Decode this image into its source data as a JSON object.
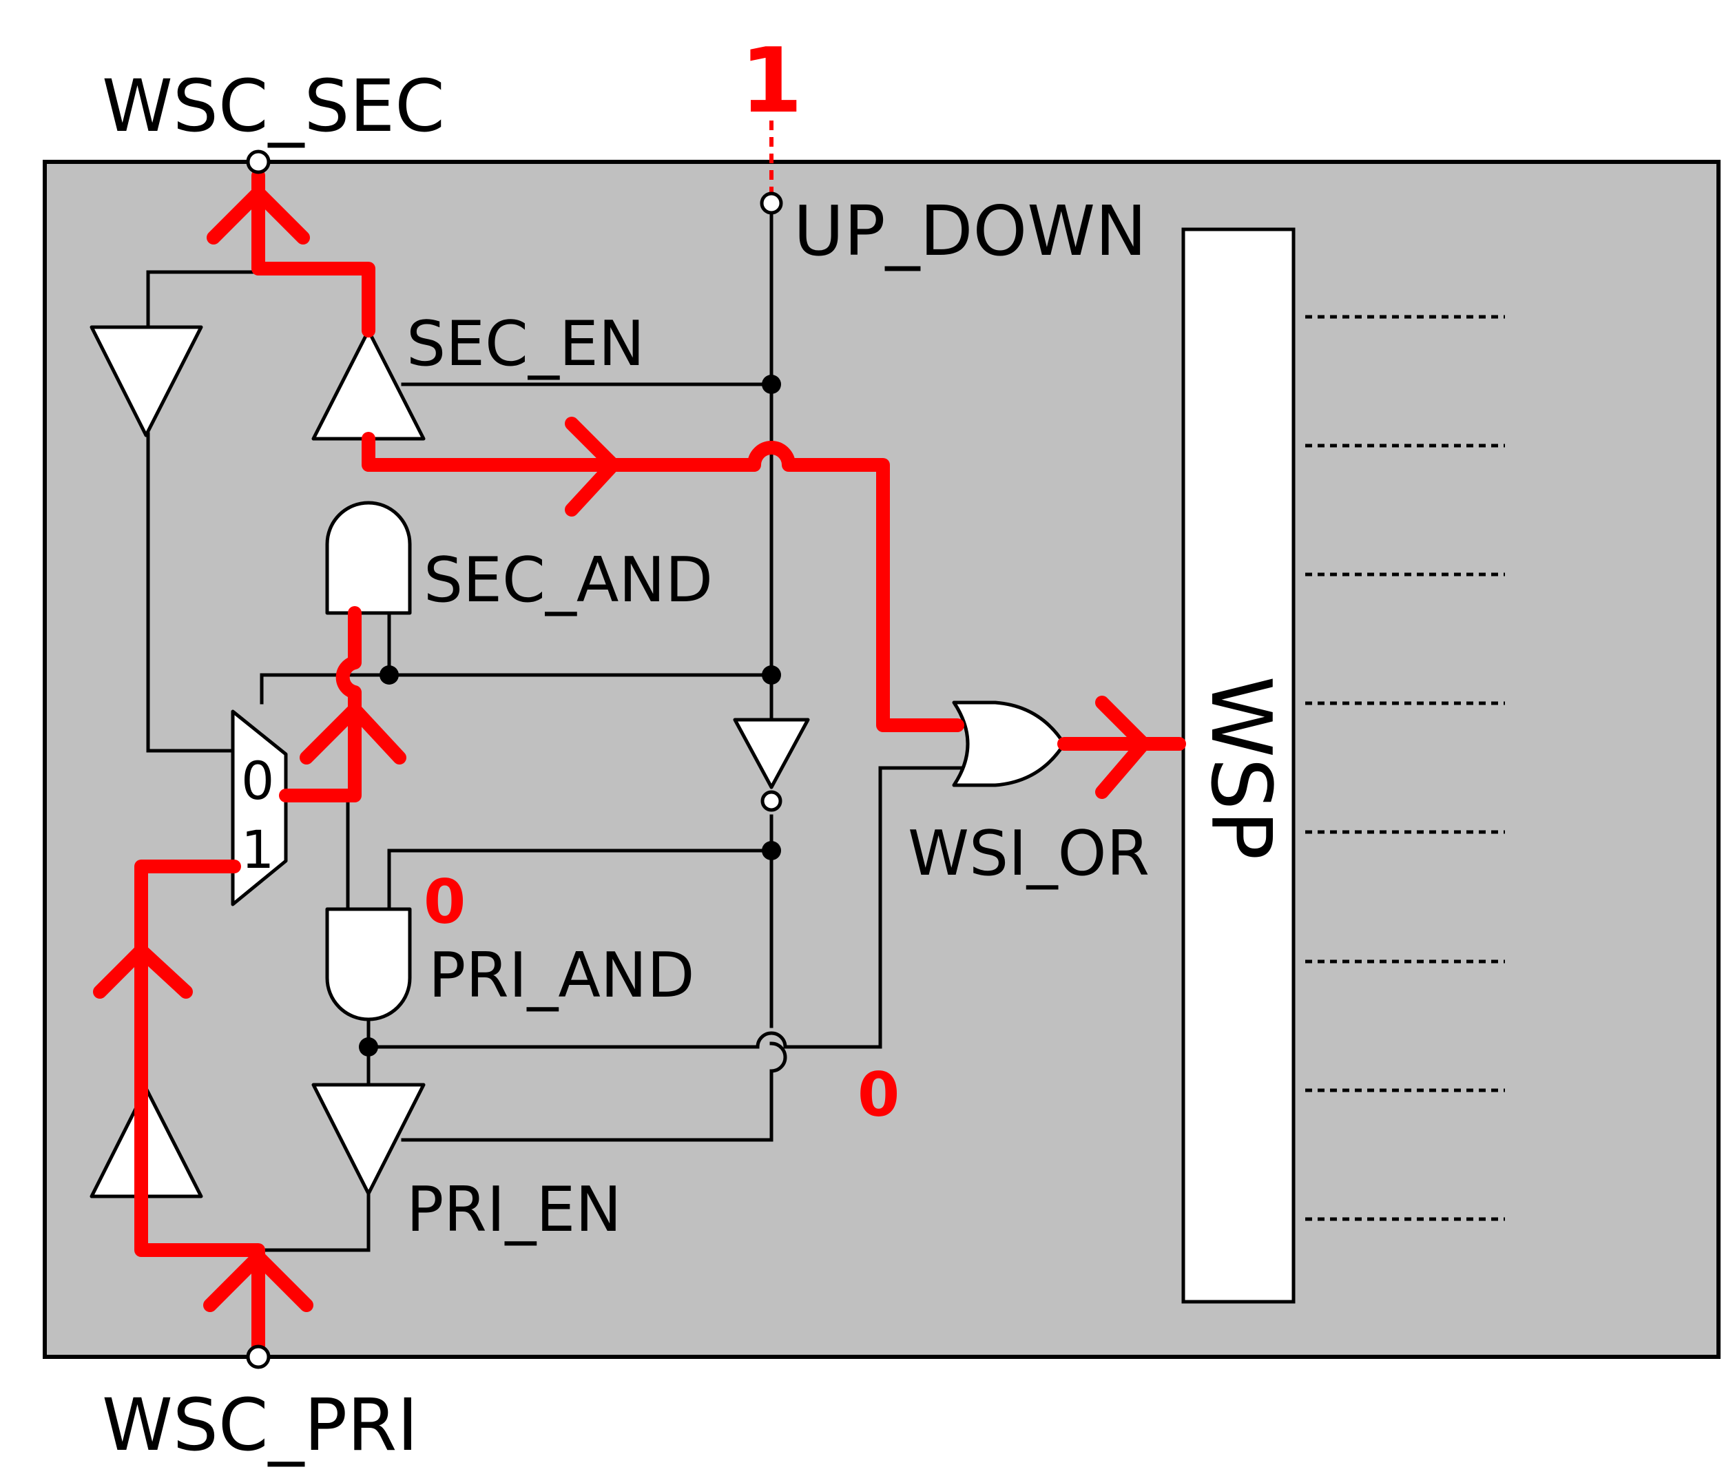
{
  "labels": {
    "wsc_sec": "WSC_SEC",
    "wsc_pri": "WSC_PRI",
    "up_down": "UP_DOWN",
    "sec_en": "SEC_EN",
    "sec_and": "SEC_AND",
    "pri_and": "PRI_AND",
    "pri_en": "PRI_EN",
    "wsi_or": "WSI_OR",
    "wsp": "WSP",
    "mux_in0": "0",
    "mux_in1": "1"
  },
  "signal_values": {
    "up_down": "1",
    "pri_and_input": "0",
    "or_lower_input": "0"
  },
  "colors": {
    "active_path": "#ff0000",
    "module_background": "#c0c0c0",
    "wire": "#000000"
  }
}
